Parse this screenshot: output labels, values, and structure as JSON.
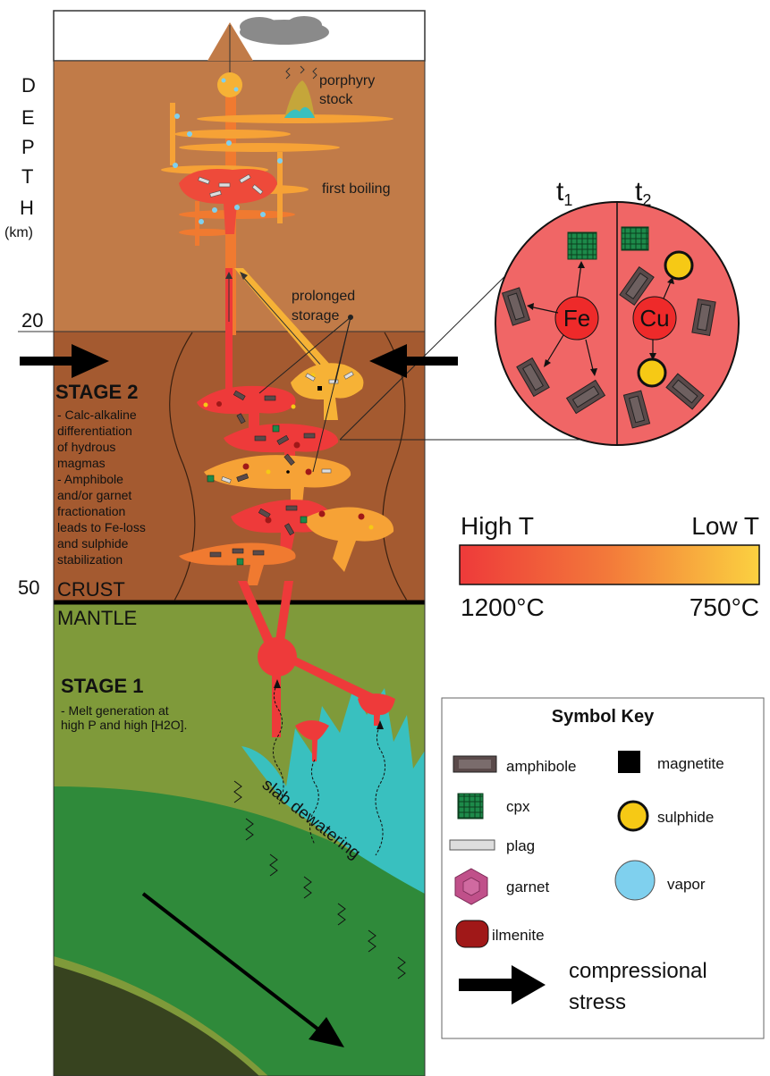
{
  "depth_axis": {
    "letters": [
      "D",
      "E",
      "P",
      "T",
      "H"
    ],
    "unit": "(km)",
    "marks": [
      "20",
      "50"
    ]
  },
  "labels": {
    "porphyry_line1": "porphyry",
    "porphyry_line2": "stock",
    "first_boiling": "first boiling",
    "prolonged_line1": "prolonged",
    "prolonged_line2": "storage",
    "crust": "CRUST",
    "mantle": "MANTLE",
    "slab_dewatering": "slab dewatering"
  },
  "stage2": {
    "title": "STAGE 2",
    "desc": [
      "- Calc-alkaline",
      "differentiation",
      "of hydrous",
      "magmas",
      "- Amphibole",
      "and/or garnet",
      "fractionation",
      "leads to Fe-loss",
      "and sulphide",
      "stabilization"
    ]
  },
  "stage1": {
    "title": "STAGE 1",
    "desc": [
      "- Melt generation at",
      "high P and high [H2O]."
    ]
  },
  "inset": {
    "t1": "t",
    "t1_sub": "1",
    "t2": "t",
    "t2_sub": "2",
    "fe": "Fe",
    "cu": "Cu"
  },
  "temperature_bar": {
    "high_label": "High T",
    "low_label": "Low T",
    "high_value": "1200°C",
    "low_value": "750°C",
    "colors": [
      "#ee3a3a",
      "#f6a236",
      "#fbd140"
    ]
  },
  "symbol_key": {
    "title": "Symbol Key",
    "items": [
      {
        "label": "amphibole",
        "icon": "amphibole-icon"
      },
      {
        "label": "magnetite",
        "icon": "magnetite-icon"
      },
      {
        "label": "cpx",
        "icon": "cpx-icon"
      },
      {
        "label": "sulphide",
        "icon": "sulphide-icon"
      },
      {
        "label": "plag",
        "icon": "plag-icon"
      },
      {
        "label": "garnet",
        "icon": "garnet-icon"
      },
      {
        "label": "vapor",
        "icon": "vapor-icon"
      },
      {
        "label": "ilmenite",
        "icon": "ilmenite-icon"
      }
    ],
    "stress_line1": "compressional",
    "stress_line2": "stress"
  },
  "colors": {
    "upper_crust": "#c17b48",
    "lower_crust": "#a45a30",
    "mantle": "#7f9a3a",
    "slab": "#2f7a3a",
    "slab_fluid": "#39c0bf",
    "magma_hot": "#ee3a3a",
    "magma_cool": "#f6a236",
    "amphibole": "#5a4a4a",
    "cpx": "#1d8a4a",
    "sulphide": "#f6c915",
    "vapor": "#7fd0ee",
    "garnet": "#c0508a",
    "ilmenite": "#a01818"
  }
}
